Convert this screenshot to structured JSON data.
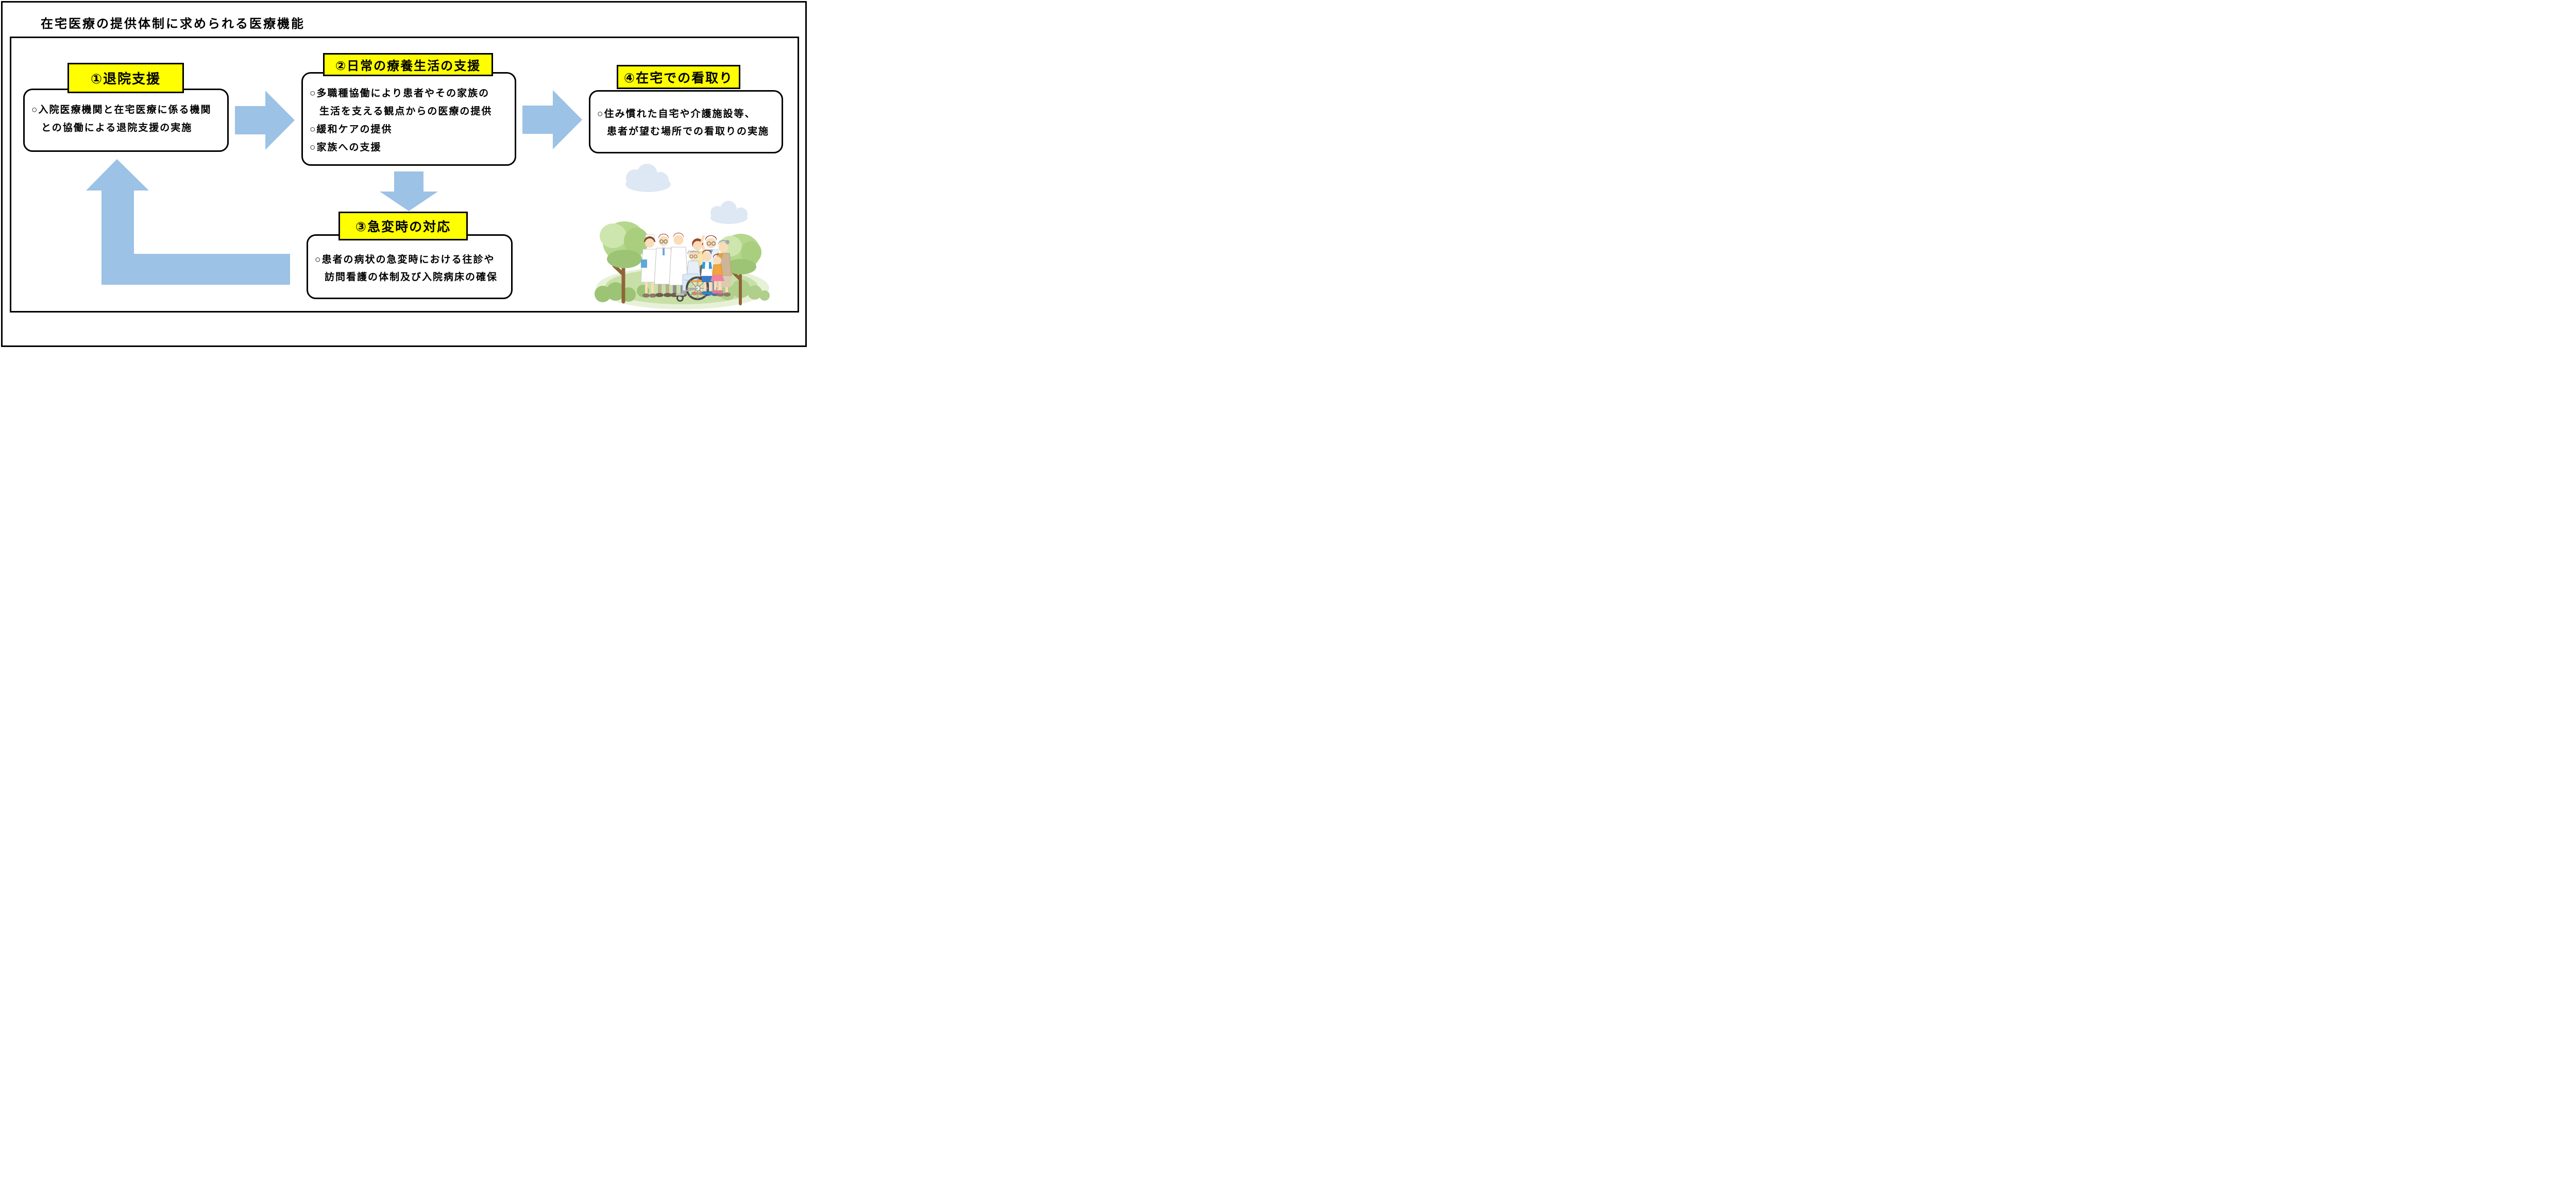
{
  "title": "在宅医療の提供体制に求められる医療機能",
  "boxes": [
    {
      "header": "①退院支援",
      "lines": [
        "○入院医療機関と在宅医療に係る機関",
        "との協働による退院支援の実施"
      ]
    },
    {
      "header": "②日常の療養生活の支援",
      "lines": [
        "○多職種協働により患者やその家族の",
        "生活を支える観点からの医療の提供",
        "○緩和ケアの提供",
        "○家族への支援"
      ]
    },
    {
      "header": "③急変時の対応",
      "lines": [
        "○患者の病状の急変時における往診や",
        "訪問看護の体制及び入院病床の確保"
      ]
    },
    {
      "header": "④在宅での看取り",
      "lines": [
        "○住み慣れた自宅や介護施設等、",
        "患者が望む場所での看取りの実施"
      ]
    }
  ],
  "arrows": [
    {
      "name": "discharge-support-to-daily-care",
      "direction": "right"
    },
    {
      "name": "daily-care-to-home-death",
      "direction": "right"
    },
    {
      "name": "daily-care-to-emergency",
      "direction": "down"
    },
    {
      "name": "emergency-back-to-discharge-support",
      "direction": "up"
    }
  ],
  "colors": {
    "highlight_yellow": "#FFFF00",
    "arrow_blue": "#9CC2E5",
    "border_black": "#000000",
    "cloud_blue": "#DEE8F4",
    "tree_green": "#B4D78C",
    "grass_green": "#C8E0A8"
  },
  "illustration": {
    "scene": "医療スタッフと患者・家族",
    "elements": [
      "cloud",
      "cloud",
      "tree",
      "tree",
      "bush",
      "bush",
      "grass-mound",
      "nurse",
      "doctor",
      "doctor",
      "mother",
      "father",
      "grandmother",
      "boy",
      "girl",
      "elderly-man-in-wheelchair"
    ]
  }
}
